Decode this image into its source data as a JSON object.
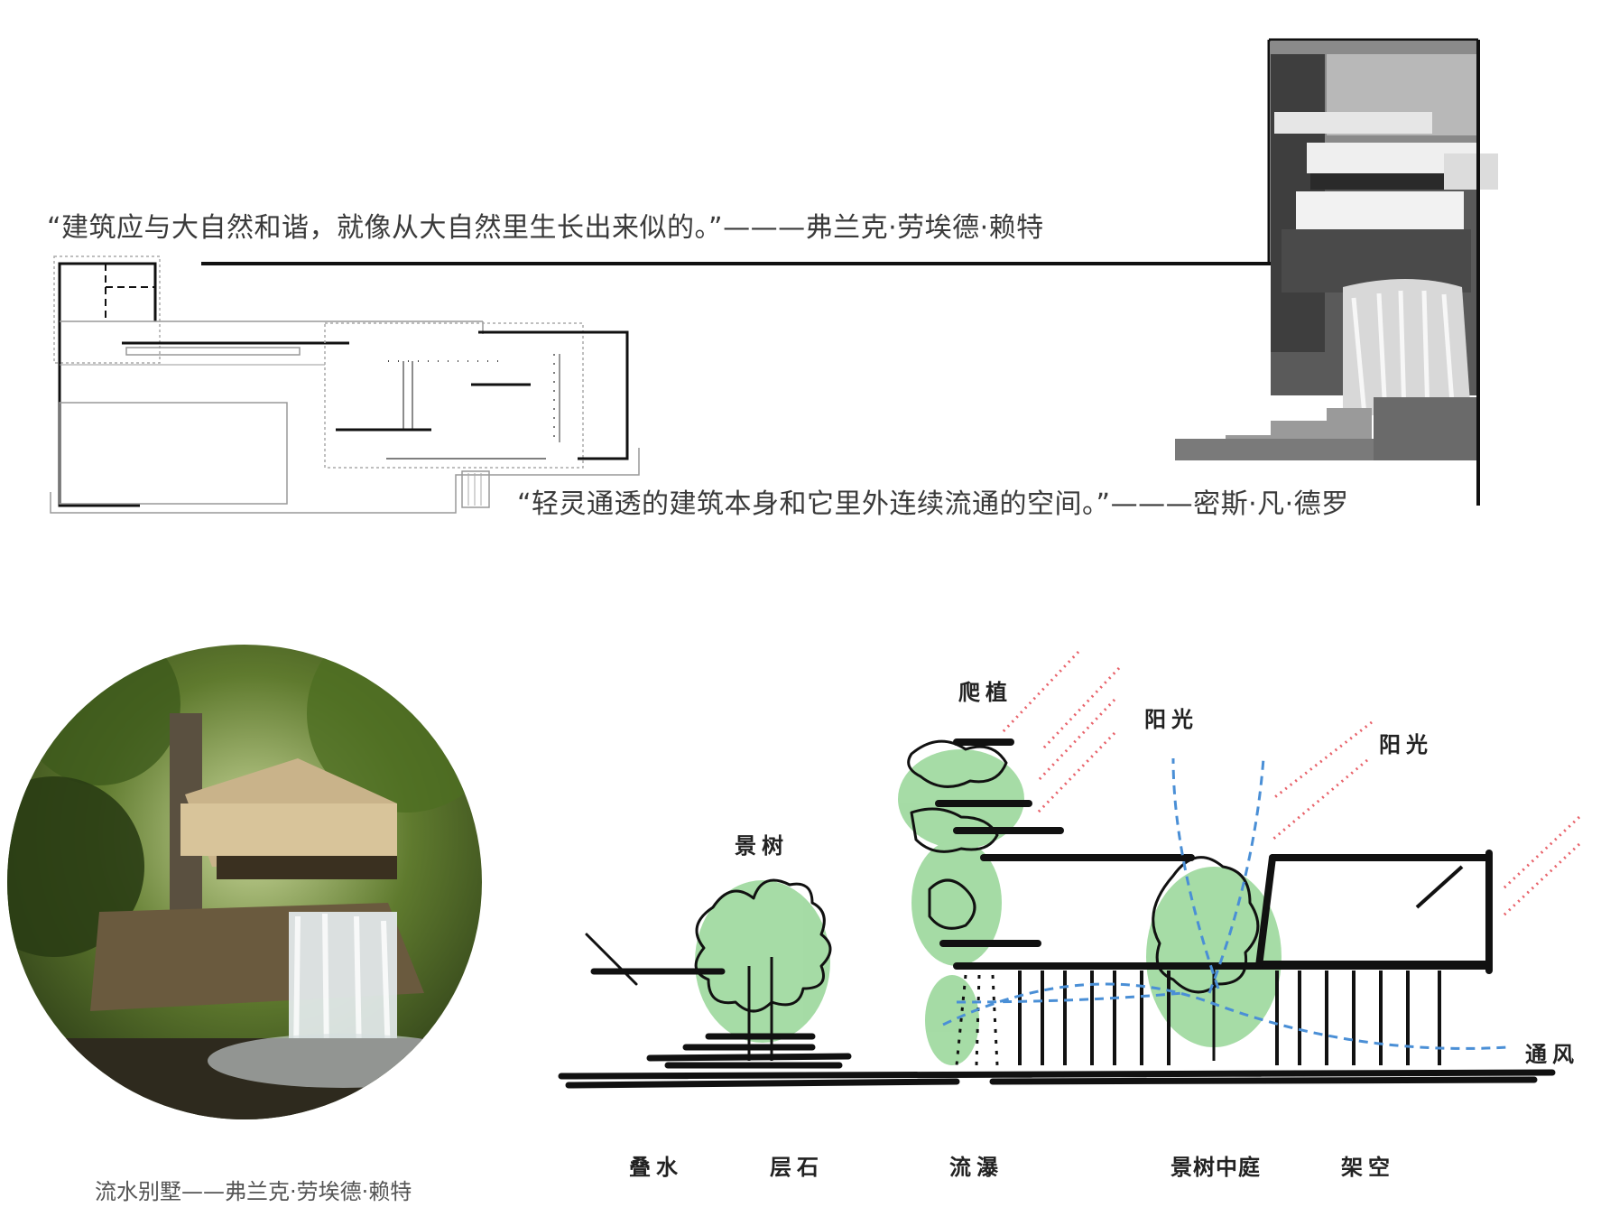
{
  "quotes": {
    "wright": "“建筑应与大自然和谐，就像从大自然里生长出来似的。”———弗兰克·劳埃德·赖特",
    "mies": "“轻灵通透的建筑本身和它里外连续流通的空间。”———密斯·凡·德罗"
  },
  "photo_caption": "流水别墅——弗兰克·劳埃德·赖特",
  "section_labels": {
    "climbing_plants": "爬植",
    "sunlight_1": "阳光",
    "sunlight_2": "阳光",
    "feature_tree": "景树",
    "ventilation": "通风"
  },
  "bottom_labels": {
    "stacked_water": "叠水",
    "layered_stone": "层石",
    "waterfall": "流瀑",
    "tree_courtyard": "景树中庭",
    "stilts": "架空"
  },
  "colors": {
    "sun_arrows": "#e8626a",
    "wind_arrows": "#4a8fd6",
    "foliage": "#5cbf5c",
    "ink": "#111111"
  }
}
